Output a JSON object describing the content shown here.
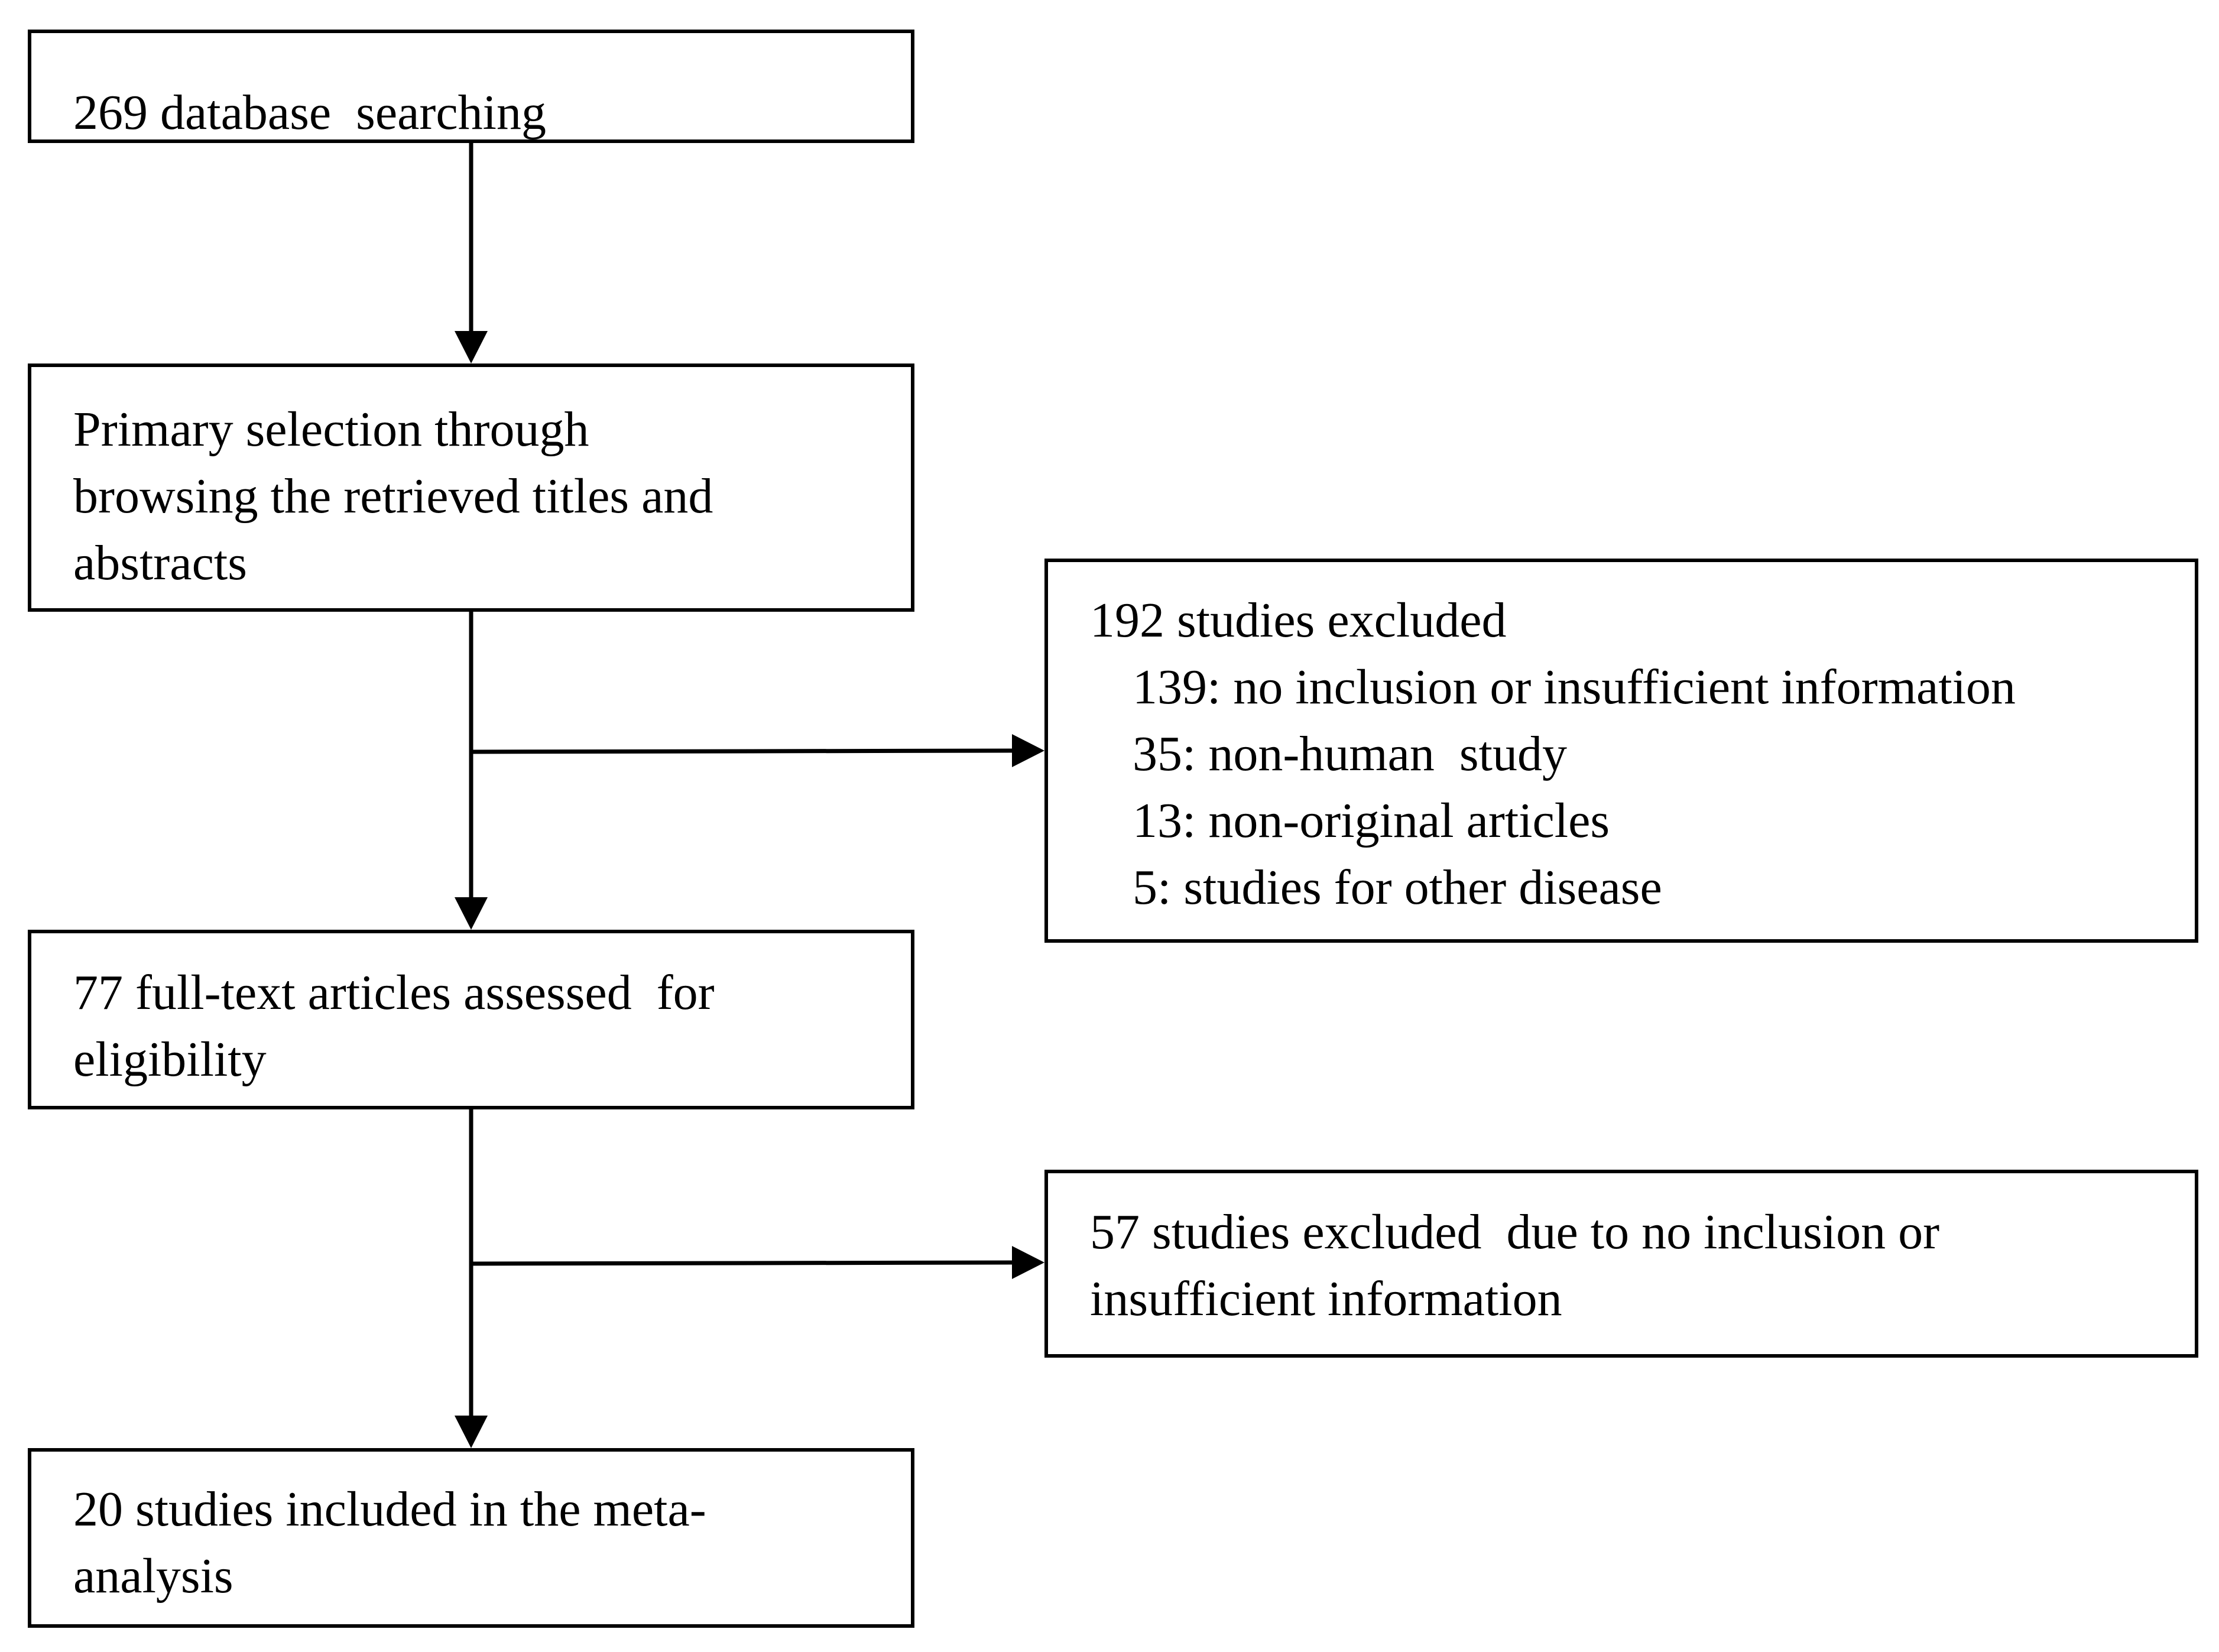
{
  "nodes": {
    "search": {
      "lines": [
        "269 database  searching"
      ]
    },
    "screening": {
      "lines": [
        "Primary selection through",
        "browsing the retrieved titles and",
        "abstracts"
      ]
    },
    "excluded_first": {
      "heading": "192 studies excluded",
      "reasons": [
        "139: no inclusion or insufficient information",
        "35: non-human  study",
        "13: non-original articles",
        "5: studies for other disease"
      ]
    },
    "eligibility": {
      "lines": [
        "77 full-text articles assessed  for",
        "eligibility"
      ]
    },
    "excluded_second": {
      "lines": [
        "57 studies excluded  due to no inclusion or",
        "insufficient information"
      ]
    },
    "included": {
      "lines": [
        "20 studies included in the meta-",
        "analysis"
      ]
    }
  },
  "edges": [
    {
      "from": "search",
      "to": "screening"
    },
    {
      "from": "screening",
      "to": "eligibility"
    },
    {
      "from": "screening",
      "to": "excluded_first"
    },
    {
      "from": "eligibility",
      "to": "included"
    },
    {
      "from": "eligibility",
      "to": "excluded_second"
    }
  ],
  "colors": {
    "stroke": "#000000",
    "background": "#ffffff"
  }
}
